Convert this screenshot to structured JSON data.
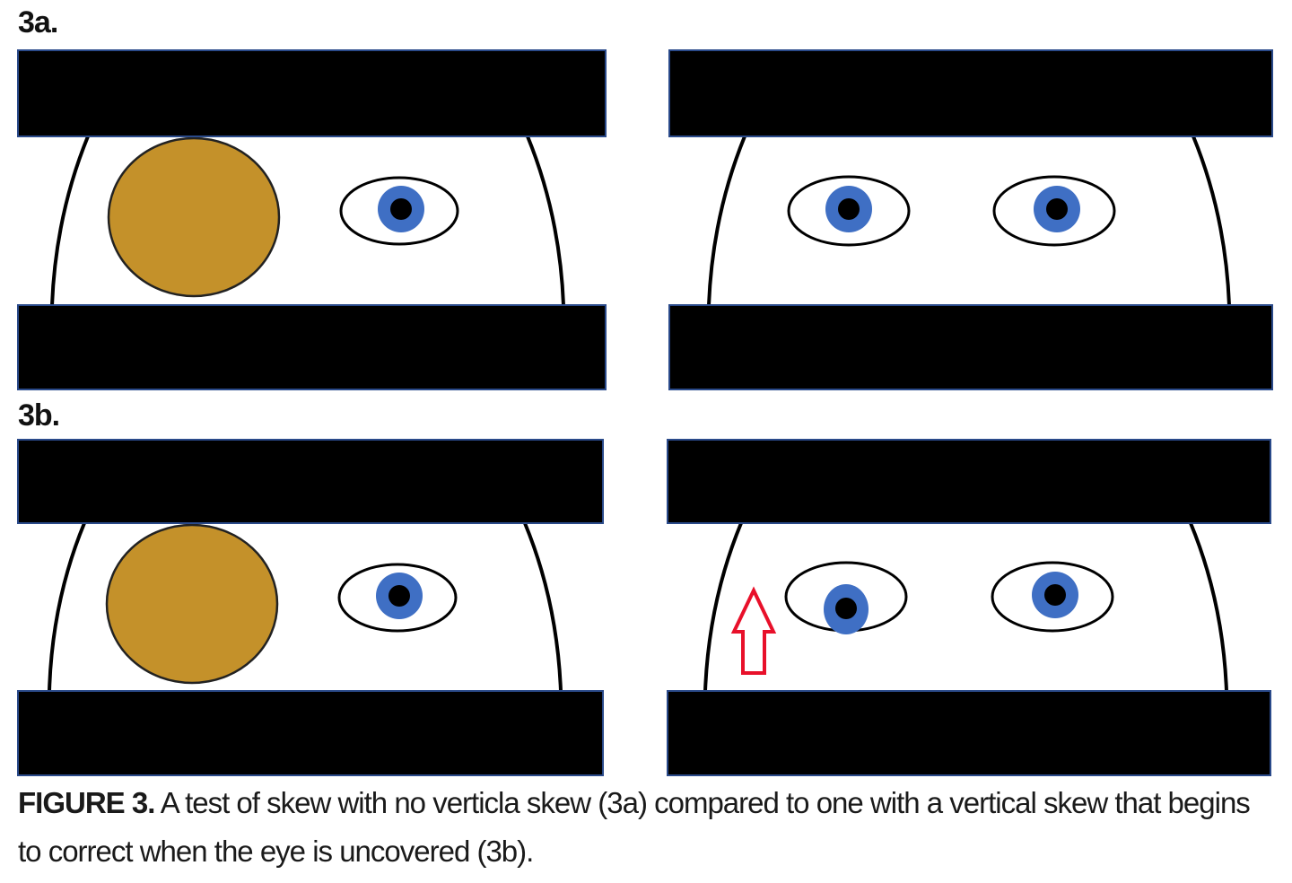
{
  "figure": {
    "panel_labels": {
      "a": "3a.",
      "b": "3b."
    },
    "caption": {
      "label": "FIGURE 3.",
      "text": " A test of skew with no verticla skew (3a) compared to one with a vertical skew that begins to correct when the eye is uncovered (3b)."
    },
    "colors": {
      "occluder": "#c4912a",
      "iris": "#3f6fc4",
      "bar": "#000000",
      "bar_edge": "#2a4a8a",
      "arrow": "#e8102a"
    },
    "panels": [
      {
        "id": "3a-left",
        "description": "left eye covered by occluder, right eye centered"
      },
      {
        "id": "3a-right",
        "description": "both eyes uncovered, aligned"
      },
      {
        "id": "3b-left",
        "description": "left eye covered by occluder, right eye centered"
      },
      {
        "id": "3b-right",
        "description": "uncovered left eye deviated downward, moving up (red arrow)"
      }
    ]
  }
}
